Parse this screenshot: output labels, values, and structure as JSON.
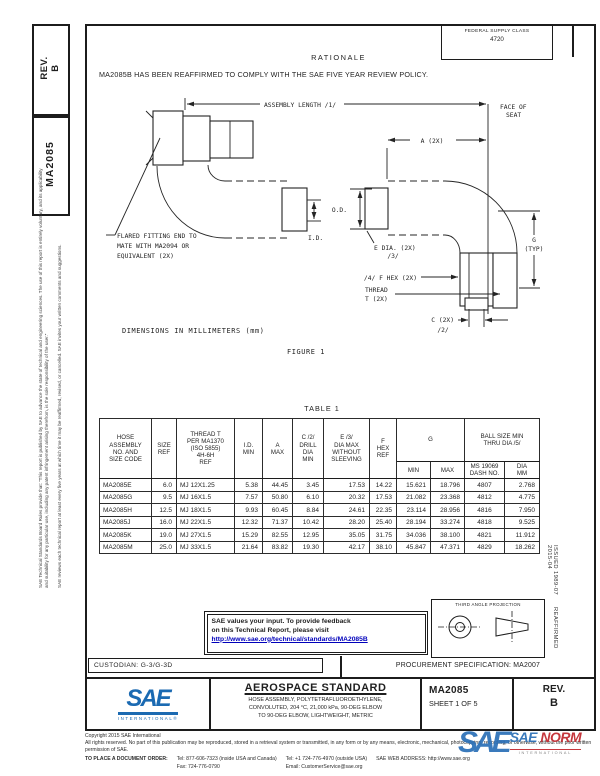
{
  "sidebar": {
    "rev_label": "REV.",
    "rev_value": "B",
    "doc_number": "MA2085",
    "note1": "SAE Technical Standards Board Rules provide that: “This report is published by SAE to advance the state of technical and engineering sciences. The use of this report is entirely voluntary, and its applicability and suitability for any particular use, including any patent infringement arising therefrom, is the sole responsibility of the user.”",
    "note2": "SAE reviews each technical report at least every five years at which time it may be reaffirmed, revised, or cancelled. SAE invites your written comments and suggestions."
  },
  "header": {
    "supply_class_label": "FEDERAL SUPPLY CLASS",
    "supply_class_value": "4720",
    "rationale_title": "RATIONALE",
    "rationale_text": "MA2085B HAS BEEN REAFFIRMED TO COMPLY WITH THE SAE FIVE YEAR REVIEW POLICY."
  },
  "figure": {
    "caption": "FIGURE 1",
    "dimensions_note": "DIMENSIONS IN MILLIMETERS (mm)",
    "labels": {
      "assembly_length": "ASSEMBLY LENGTH /1/",
      "face_of_seat_1": "FACE OF",
      "face_of_seat_2": "SEAT",
      "a_dim": "A (2X)",
      "od": "O.D.",
      "id": "I.D.",
      "e_dia": "E DIA. (2X)",
      "e_note": "/3/",
      "f_hex": "/4/ F HEX (2X)",
      "thread_1": "THREAD",
      "thread_2": "T (2X)",
      "c_dim": "C (2X)",
      "c_note": "/2/",
      "g_dim": "G",
      "g_typ": "(TYP)",
      "flared_1": "FLARED FITTING END TO",
      "flared_2": "MATE WITH MA2094 OR",
      "flared_3": "EQUIVALENT (2X)"
    }
  },
  "table": {
    "caption": "TABLE 1",
    "headers": {
      "h_hose": "HOSE\nASSEMBLY\nNO. AND\nSIZE CODE",
      "h_size": "SIZE\nREF",
      "h_thread": "THREAD T\nPER MA1370\n(ISO 5855)\n4H-6H\nREF",
      "h_id": "I.D.\nMIN",
      "h_a": "A\nMAX",
      "h_c": "C /2/\nDRILL\nDIA\nMIN",
      "h_e": "E /3/\nDIA MAX\nWITHOUT\nSLEEVING",
      "h_f": "F\nHEX\nREF",
      "h_g": "G",
      "h_ball": "BALL SIZE MIN\nTHRU DIA /5/",
      "h_gmin": "MIN",
      "h_gmax": "MAX",
      "h_dash": "MS 19069\nDASH NO.",
      "h_dia": "DIA\nMM"
    },
    "rows": [
      [
        "MA2085E",
        "6.0",
        "MJ 12X1.25",
        "5.38",
        "44.45",
        "3.45",
        "17.53",
        "14.22",
        "15.621",
        "18.796",
        "4807",
        "2.768"
      ],
      [
        "MA2085G",
        "9.5",
        "MJ 16X1.5",
        "7.57",
        "50.80",
        "6.10",
        "20.32",
        "17.53",
        "21.082",
        "23.368",
        "4812",
        "4.775"
      ],
      [
        "MA2085H",
        "12.5",
        "MJ 18X1.5",
        "9.93",
        "60.45",
        "8.84",
        "24.61",
        "22.35",
        "23.114",
        "28.956",
        "4816",
        "7.950"
      ],
      [
        "MA2085J",
        "16.0",
        "MJ 22X1.5",
        "12.32",
        "71.37",
        "10.42",
        "28.20",
        "25.40",
        "28.194",
        "33.274",
        "4818",
        "9.525"
      ],
      [
        "MA2085K",
        "19.0",
        "MJ 27X1.5",
        "15.29",
        "82.55",
        "12.95",
        "35.05",
        "31.75",
        "34.036",
        "38.100",
        "4821",
        "11.912"
      ],
      [
        "MA2085M",
        "25.0",
        "MJ 33X1.5",
        "21.64",
        "83.82",
        "19.30",
        "42.17",
        "38.10",
        "45.847",
        "47.371",
        "4829",
        "18.262"
      ]
    ]
  },
  "projection": {
    "label": "THIRD ANGLE PROJECTION"
  },
  "margin": {
    "issued": "ISSUED 1989-07",
    "reaffirmed": "REAFFIRMED 2015-04"
  },
  "feedback": {
    "line1": "SAE values your input. To provide feedback",
    "line2": "on this Technical Report, please visit",
    "link": "http://www.sae.org/technical/standards/MA2085B"
  },
  "title_block": {
    "custodian": "CUSTODIAN: G-3/G-3D",
    "procurement": "PROCUREMENT SPECIFICATION: MA2007",
    "org": "SAE",
    "org_sub": "INTERNATIONAL®",
    "doc_type": "AEROSPACE STANDARD",
    "subtitle1": "HOSE ASSEMBLY, POLYTETRAFLUOROETHYLENE,",
    "subtitle2": "CONVOLUTED, 204 °C, 21,000 kPa, 90-DEG ELBOW",
    "subtitle3": "TO 90-DEG ELBOW, LIGHTWEIGHT, METRIC",
    "doc_number": "MA2085",
    "sheet": "SHEET 1 OF 5",
    "rev_label": "REV.",
    "rev_value": "B"
  },
  "footer": {
    "copyright": "Copyright 2015 SAE International",
    "rights": "All rights reserved. No part of this publication may be reproduced, stored in a retrieval system or transmitted, in any form or by any means, electronic, mechanical, photocopying, recording, or otherwise, without the prior written permission of SAE.",
    "order_label": "TO PLACE A DOCUMENT ORDER:",
    "tel_inside": "Tel: 877-606-7323 (inside USA and Canada)",
    "fax": "Fax: 724-776-0790",
    "tel_outside": "Tel: +1 724-776-4970 (outside USA)",
    "email": "Email: CustomerService@sae.org",
    "web": "SAE WEB ADDRESS: http://www.sae.org"
  },
  "watermark": {
    "logo": "SAE",
    "name_sae": "SAE",
    "name_norm": "NORM",
    "sub": "INTERNATIONAL"
  },
  "colors": {
    "ink": "#1c1c1c",
    "sae_blue": "#1b6ab2",
    "link_blue": "#0000bb",
    "watermark_red": "#c1272d"
  }
}
